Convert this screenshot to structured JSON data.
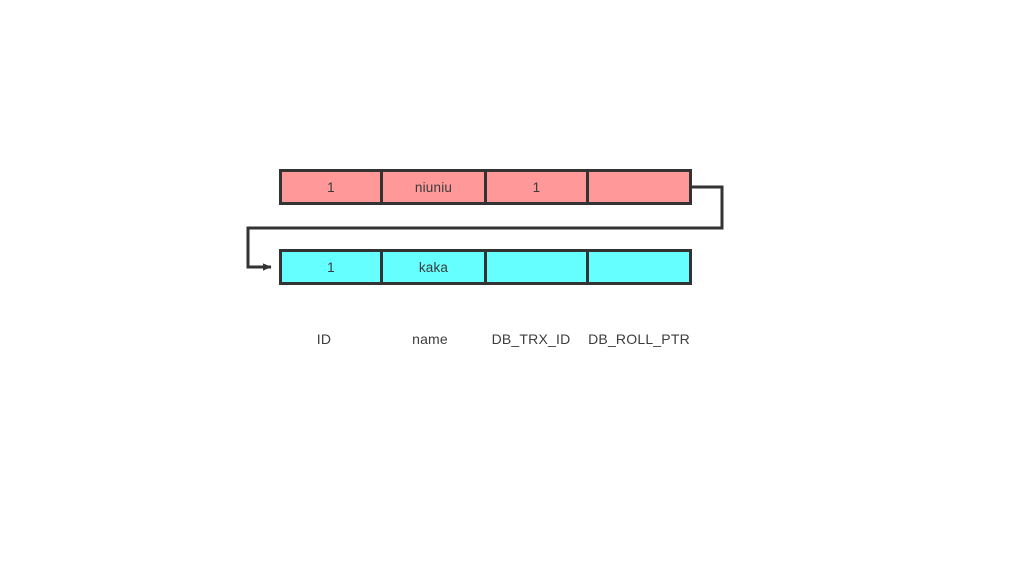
{
  "diagram": {
    "type": "mvcc-version-chain",
    "background_color": "#ffffff",
    "border_color": "#333333",
    "rows": [
      {
        "id": "current-record",
        "fill_color": "#ff9999",
        "cells": [
          {
            "column": "ID",
            "value": "1"
          },
          {
            "column": "name",
            "value": "niuniu"
          },
          {
            "column": "DB_TRX_ID",
            "value": "1"
          },
          {
            "column": "DB_ROLL_PTR",
            "value": ""
          }
        ]
      },
      {
        "id": "undo-record",
        "fill_color": "#66ffff",
        "cells": [
          {
            "column": "ID",
            "value": "1"
          },
          {
            "column": "name",
            "value": "kaka"
          },
          {
            "column": "DB_TRX_ID",
            "value": ""
          },
          {
            "column": "DB_ROLL_PTR",
            "value": ""
          }
        ]
      }
    ],
    "column_labels": [
      "ID",
      "name",
      "DB_TRX_ID",
      "DB_ROLL_PTR"
    ],
    "connector": {
      "name": "roll-pointer-arrow",
      "from": "current-record.DB_ROLL_PTR",
      "to": "undo-record",
      "stroke_color": "#333333"
    }
  }
}
